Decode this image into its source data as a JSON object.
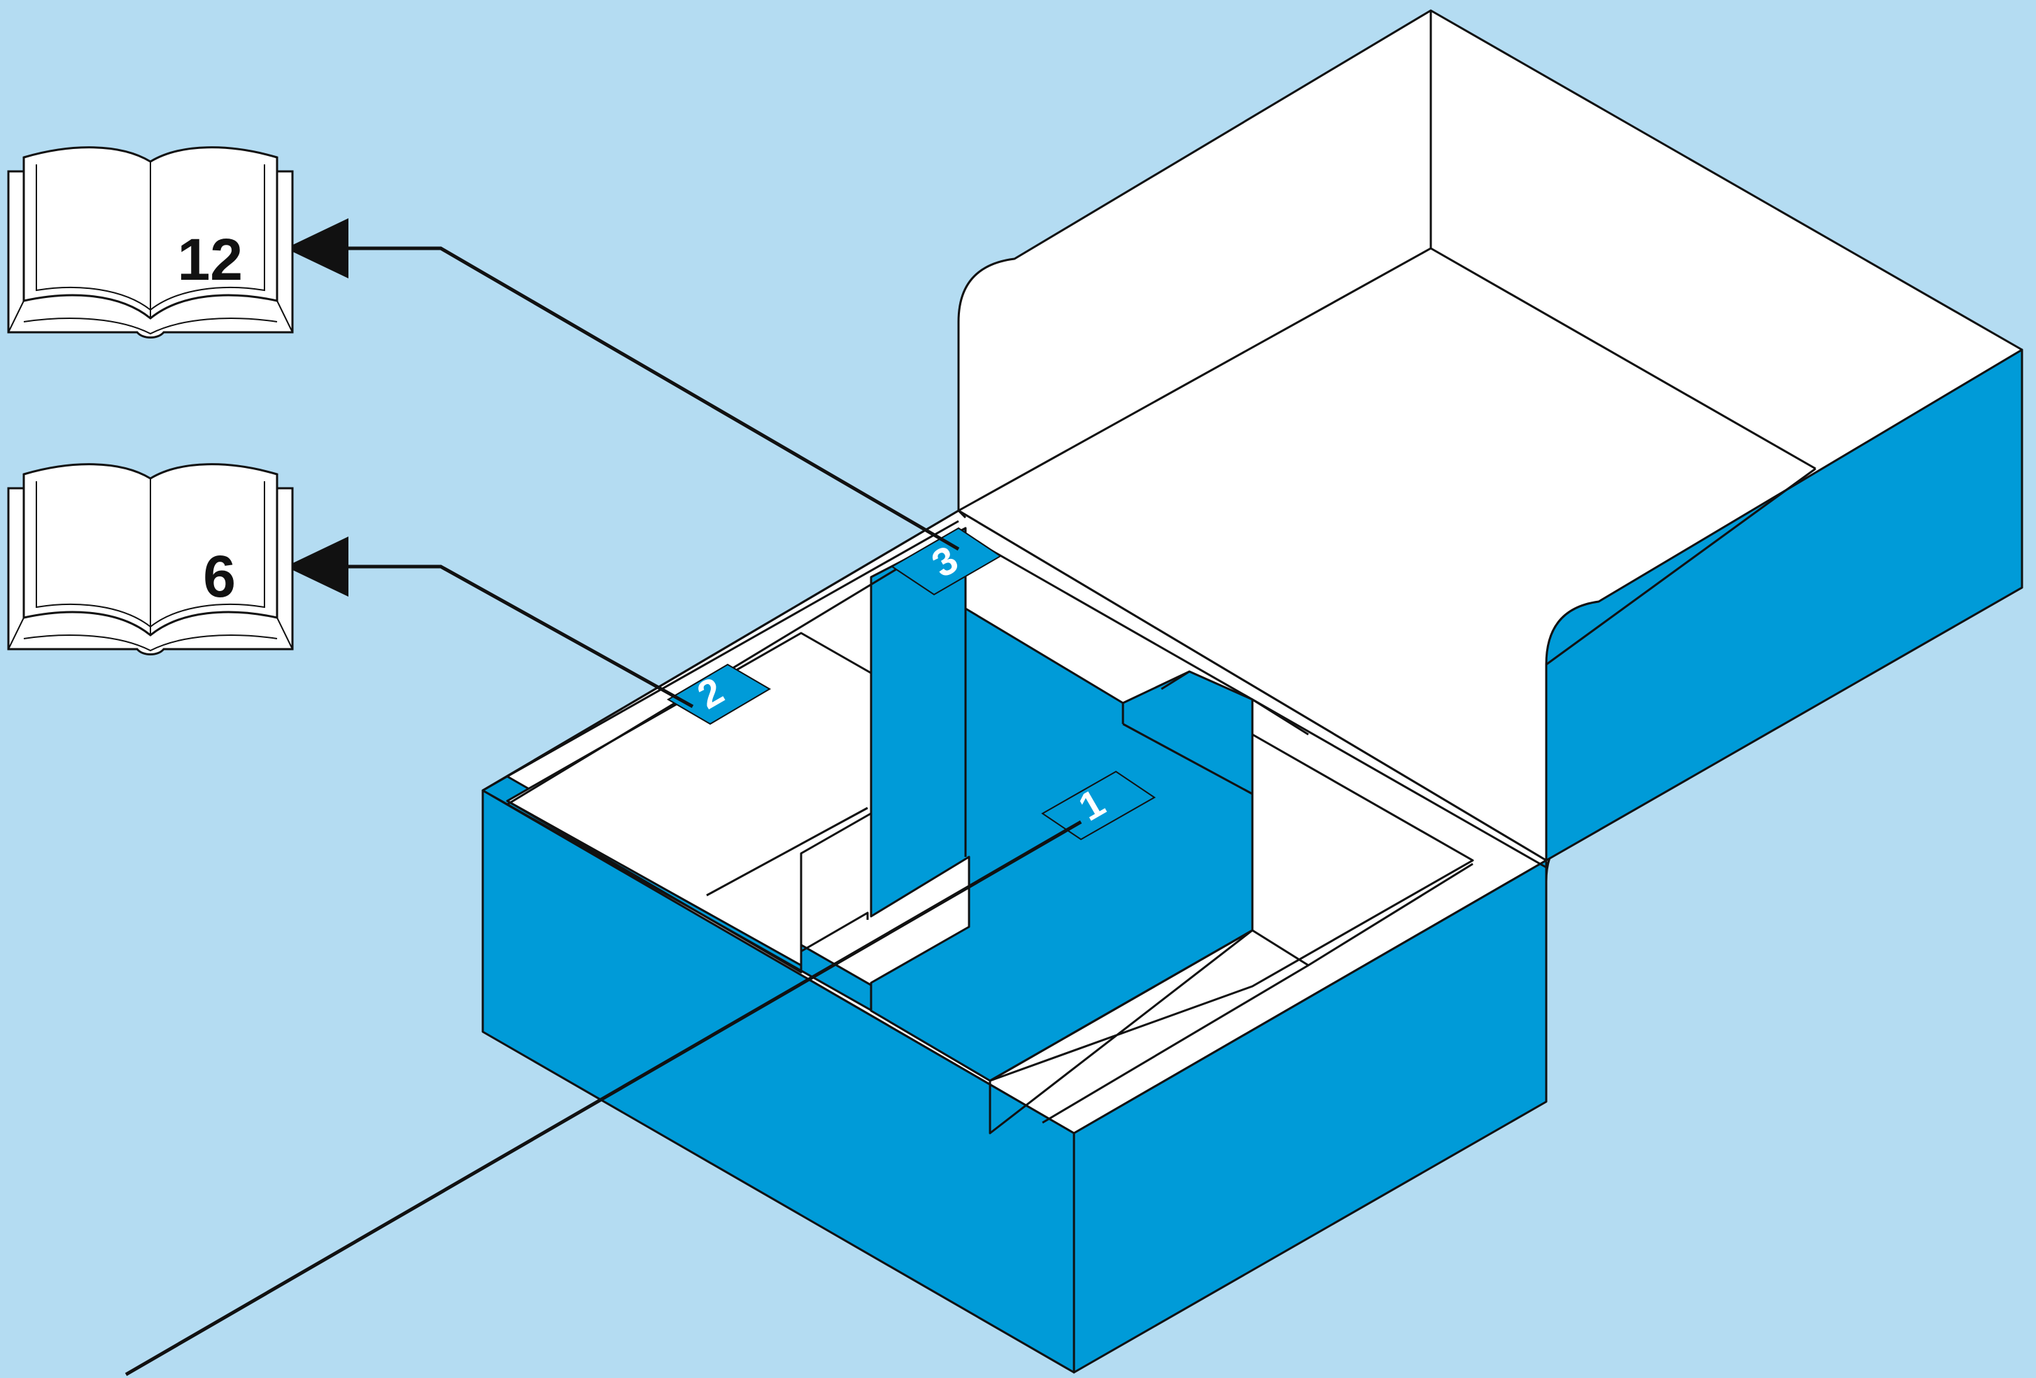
{
  "colors": {
    "background": "#b4dcf2",
    "box_blue": "#009bd8",
    "box_white": "#ffffff",
    "line": "#111111"
  },
  "references": [
    {
      "page": "12",
      "icon": "open-book-icon"
    },
    {
      "page": "6",
      "icon": "open-book-icon"
    }
  ],
  "compartment_tags": [
    "1",
    "2",
    "3"
  ]
}
